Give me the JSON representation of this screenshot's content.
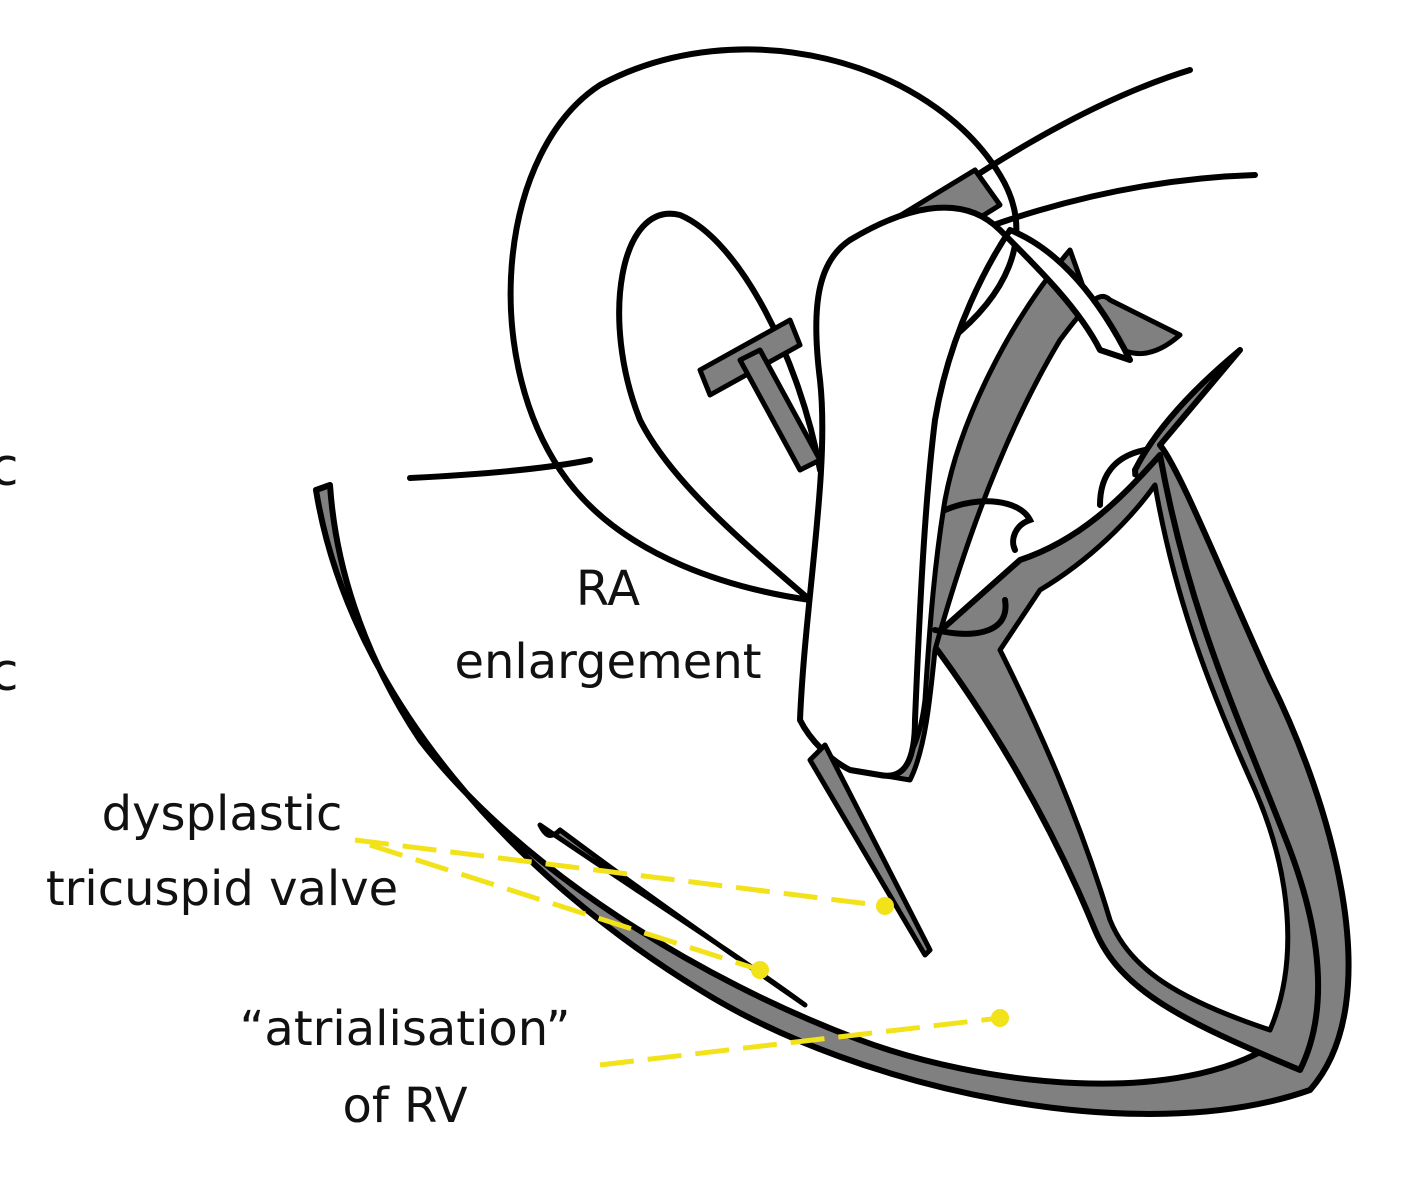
{
  "labels": {
    "ra_line1": "RA",
    "ra_line2": "enlargement",
    "tv_line1": "dysplastic",
    "tv_line2": "tricuspid valve",
    "atr_line1": "“atrialisation”",
    "atr_line2": "of RV",
    "cut_top": "c",
    "cut_bottom": "c"
  },
  "colors": {
    "outline": "#000000",
    "wall": "#808080",
    "fill": "#ffffff",
    "pointer": "#f2e21a",
    "text": "#111111"
  }
}
